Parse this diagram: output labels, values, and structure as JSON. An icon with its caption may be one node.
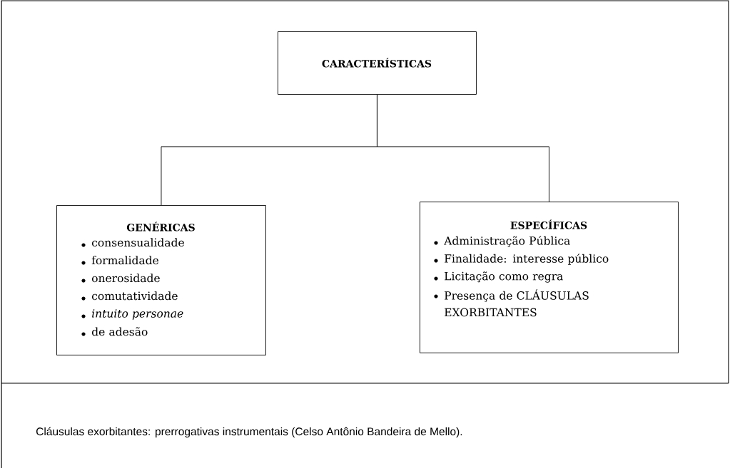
{
  "diagram": {
    "caption": "Cláusulas exorbitantes: prerrogativas instrumentais (Celso Antônio Bandeira de Mello).",
    "nodes": [
      {
        "text": [
          "CARACTERÍSTICAS"
        ]
      },
      {
        "text": [
          "GENÉRICAS",
          "consensualidade",
          "formalidade",
          "onerosidade",
          "comutatividade",
          "*intuito personae*",
          "de adesão"
        ]
      },
      {
        "text": [
          "ESPECÍFICAS",
          "Administração Pública",
          "Finalidade: interesse público",
          "Licitação como regra",
          "Presença de CLÁUSULAS EXORBITANTES"
        ]
      }
    ],
    "edges": [
      {
        "from": 0,
        "to": 1,
        "arrow": "none"
      },
      {
        "from": 0,
        "to": 2,
        "arrow": "none"
      }
    ]
  }
}
